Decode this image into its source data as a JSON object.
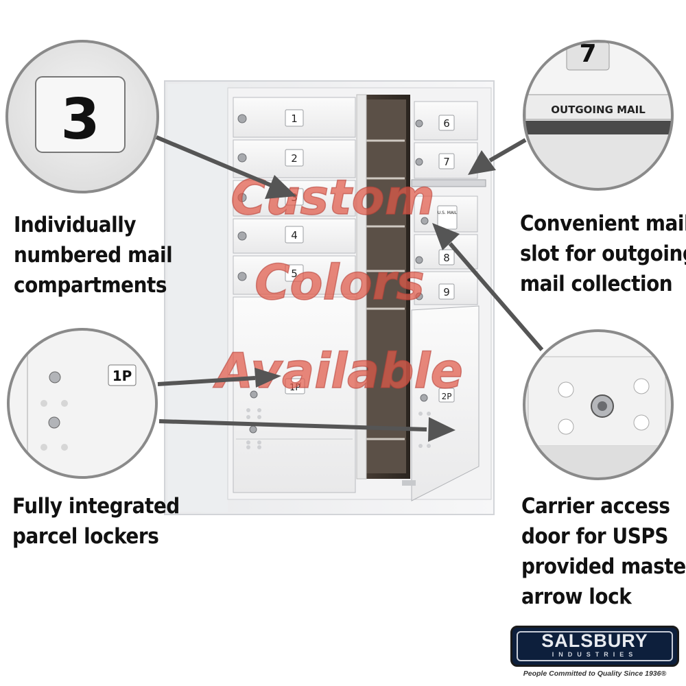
{
  "zoom_callouts": {
    "compartment_number": "3",
    "top_right_number": "7",
    "outgoing_label": "OUTGOING MAIL",
    "parcel_label": "1P"
  },
  "mailbox": {
    "left_doors": [
      "1",
      "2",
      "3",
      "4",
      "5"
    ],
    "right_doors": [
      "6",
      "7",
      "8",
      "9"
    ],
    "parcel_left": "1P",
    "parcel_right": "2P",
    "usmail_label": "U.S. MAIL"
  },
  "watermark": {
    "line1": "Custom",
    "line2": "Colors",
    "line3": "Available"
  },
  "captions": {
    "individually": [
      "Individually",
      "numbered mail",
      "compartments"
    ],
    "parcel": [
      "Fully integrated",
      "parcel lockers"
    ],
    "outgoing": [
      "Convenient mail",
      "slot for outgoing",
      "mail collection"
    ],
    "carrier": [
      "Carrier access",
      "door for USPS",
      "provided master",
      "arrow lock"
    ]
  },
  "brand": {
    "name": "SALSBURY",
    "sub": "INDUSTRIES",
    "tagline": "People Committed to Quality Since 1936®"
  },
  "colors": {
    "watermark": "#e05a4a",
    "logo_bg": "#0d1f3c"
  }
}
